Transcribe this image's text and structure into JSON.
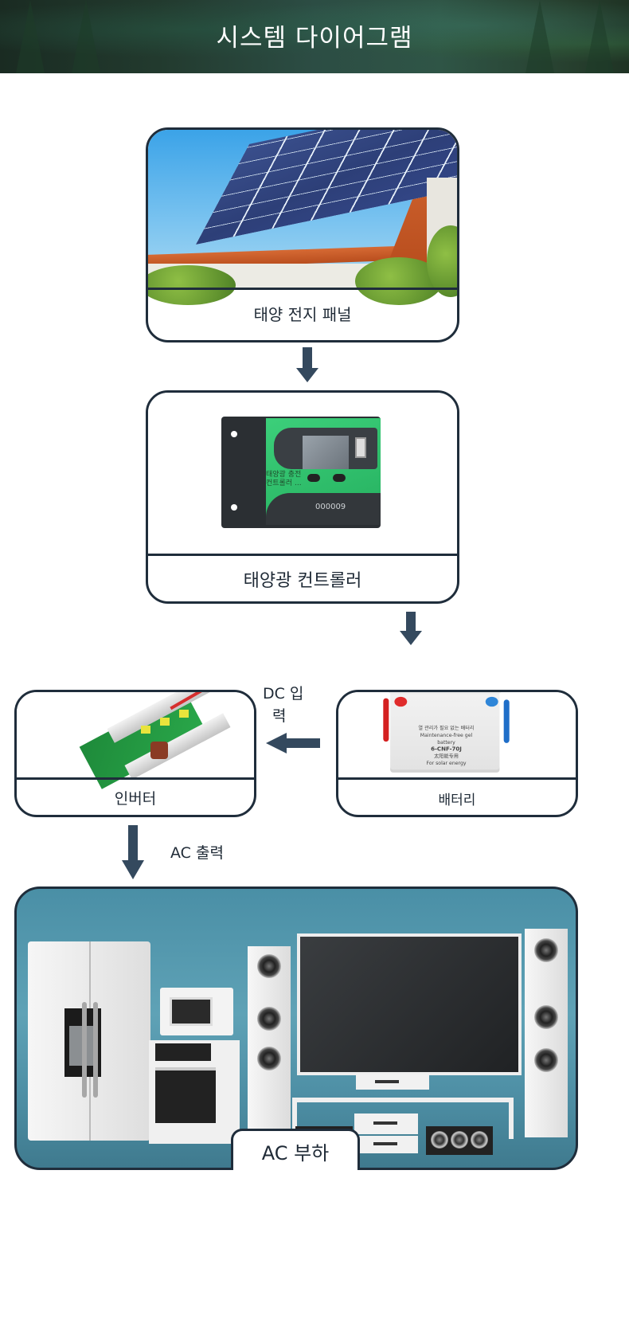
{
  "header": {
    "title": "시스템 다이어그램"
  },
  "nodes": {
    "solar_panel": {
      "label": "태양 전지 패널",
      "image": "solar-panels-on-house-roof"
    },
    "controller": {
      "label": "태양광 컨트롤러",
      "image": "solar-charge-controller",
      "device_text": "태양광 충전\n컨트롤러 ...",
      "device_serial": "000009"
    },
    "battery": {
      "label": "배터리",
      "image": "maintenance-free-gel-battery",
      "sticker_lines": [
        "열 관리가 필요 없는 배터리",
        "Maintenance-free gel battery",
        "6-CNF-70J",
        "太阳能专用",
        "For solar energy"
      ]
    },
    "inverter": {
      "label": "인버터",
      "image": "inverter-circuit-board"
    },
    "ac_load": {
      "label": "AC 부하",
      "image": "home-appliances"
    }
  },
  "connections": [
    {
      "from": "solar_panel",
      "to": "controller",
      "direction": "down",
      "label": ""
    },
    {
      "from": "controller",
      "to": "battery",
      "direction": "down",
      "label": ""
    },
    {
      "from": "battery",
      "to": "inverter",
      "direction": "left",
      "label": "DC 입\n력"
    },
    {
      "from": "inverter",
      "to": "ac_load",
      "direction": "down",
      "label": "AC 출력"
    }
  ],
  "flow_labels": {
    "dc_input_line1": "DC 입",
    "dc_input_line2": "력",
    "ac_output": "AC 출력"
  },
  "colors": {
    "border": "#1f2d3b",
    "arrow": "#34495e",
    "controller_green": "#2fc26a",
    "ac_background": "#5fa2b6"
  }
}
